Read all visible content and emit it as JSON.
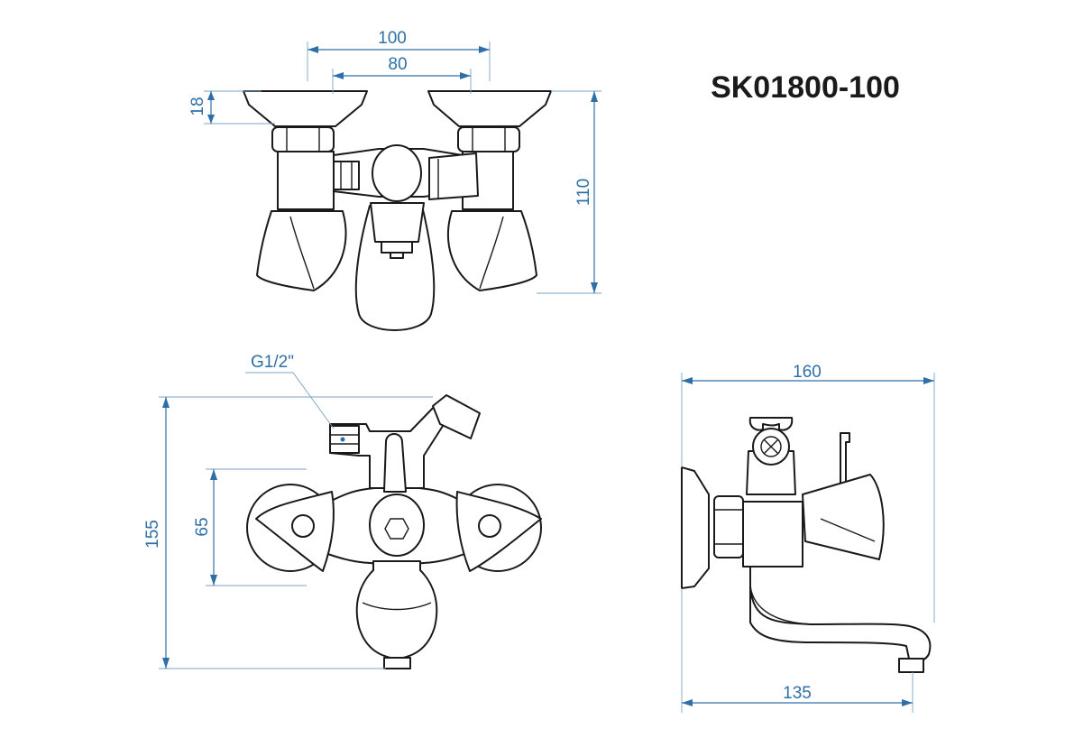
{
  "title": "SK01800-100",
  "top_view": {
    "dim_outer_width": "100",
    "dim_inner_width": "80",
    "dim_flange": "18",
    "dim_height": "110"
  },
  "front_view": {
    "dim_thread": "G1/2\"",
    "dim_handles": "65",
    "dim_total_height": "155"
  },
  "side_view": {
    "dim_depth": "160",
    "dim_spout": "135"
  },
  "colors": {
    "dimension": "#2f6fa8",
    "outline": "#1a1a1a"
  }
}
